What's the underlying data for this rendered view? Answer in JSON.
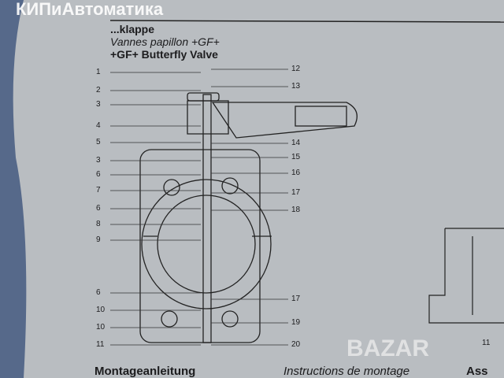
{
  "watermark": "КИПиАвтоматика",
  "watermark2": "BAZAR",
  "titles": [
    "...klappe",
    "Vannes papillon +GF+",
    "+GF+ Butterfly Valve"
  ],
  "left_callouts": [
    "1",
    "2",
    "3",
    "4",
    "5",
    "3",
    "6",
    "7",
    "6",
    "8",
    "9",
    "6",
    "10",
    "10",
    "11"
  ],
  "right_callouts": [
    "12",
    "13",
    "14",
    "15",
    "16",
    "17",
    "18",
    "17",
    "19",
    "20"
  ],
  "side_callout": "11",
  "footer": [
    "Montageanleitung",
    "Instructions de montage",
    "Ass"
  ],
  "colors": {
    "cloth": "#56698a",
    "paper": "#b9bdc1",
    "ink": "#1c1c1e"
  }
}
